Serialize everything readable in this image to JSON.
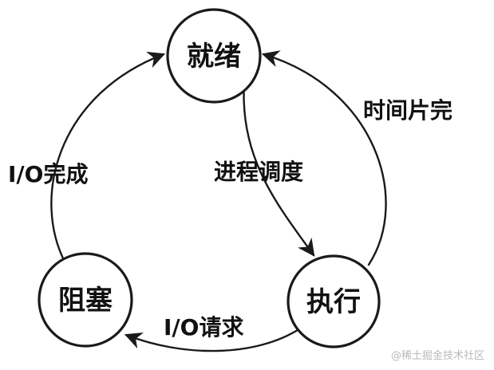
{
  "states": {
    "ready": "就绪",
    "running": "执行",
    "blocked": "阻塞"
  },
  "transitions": {
    "dispatch": "进程调度",
    "timeout": "时间片完",
    "io_request": "I/O请求",
    "io_complete": "I/O完成"
  },
  "watermark": "@稀土掘金技术社区"
}
